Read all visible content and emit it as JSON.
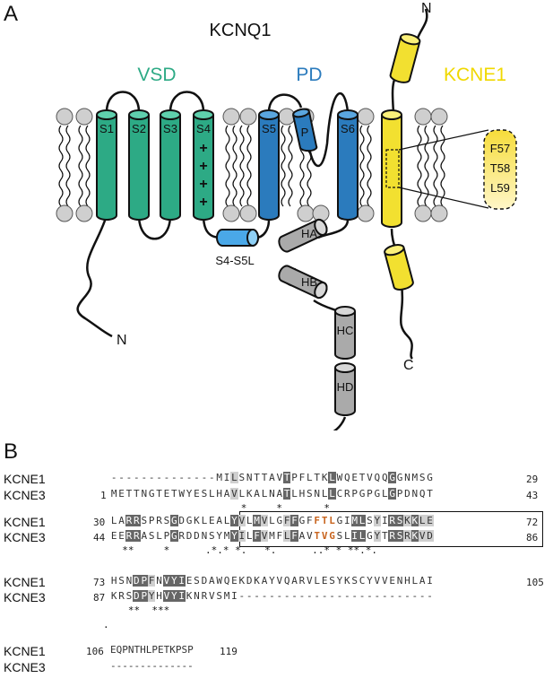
{
  "panel_a": {
    "letter": "A",
    "title": "KCNQ1",
    "domain_labels": {
      "vsd": "VSD",
      "pd": "PD",
      "kcne1": "KCNE1"
    },
    "helix_labels": [
      "S1",
      "S2",
      "S3",
      "S4",
      "S5",
      "P",
      "S6"
    ],
    "linker_label": "S4-S5L",
    "cterm_helices": [
      "HA",
      "HB",
      "HC",
      "HD"
    ],
    "n_term": "N",
    "c_term": "C",
    "kcne1_n": "N",
    "kcne1_c": "C",
    "callout": [
      "F57",
      "T58",
      "L59"
    ],
    "s4_charge": "+",
    "colors": {
      "vsd": "#2daa85",
      "pd": "#2b7bbd",
      "kcne1": "#f2e030",
      "linker": "#4aa8e8",
      "cterm": "#aaaaaa",
      "lipid": "#cccccc"
    }
  },
  "panel_b": {
    "letter": "B",
    "blocks": [
      {
        "rows": [
          {
            "name": "KCNE1",
            "start": "",
            "seq": "--------------MILSNTTAVTPFLTKLWQETVQQGGNMSG",
            "end": "29"
          },
          {
            "name": "KCNE3",
            "start": "1",
            "seq": "METTNGTETWYESLHAVLKALNATLHSNLLCRPGPGLGPDNQT",
            "end": "43"
          }
        ],
        "conservation": "                      *     *       *     "
      },
      {
        "rows": [
          {
            "name": "KCNE1",
            "start": "30",
            "seq": "LARRSPRSGDGKLEALYVLMVLGFFGFFTLGIMLSYIRSKKLE",
            "end": "72"
          },
          {
            "name": "KCNE3",
            "start": "44",
            "seq": "EERRASLPGRDDNSYMYILFVMFLFAVTVGSLILGYTRSRKVD",
            "end": "86"
          }
        ],
        "conservation": "  **     *      .*.* *.   *.      ..* * **.*."
      },
      {
        "rows": [
          {
            "name": "KCNE1",
            "start": "73",
            "seq": "HSNDPFNVYIESDAWQEKDKAYVQARVLESYKSCYVVENHLAI",
            "end": "105"
          },
          {
            "name": "KCNE3",
            "start": "87",
            "seq": "KRSDPYHVYIKNRVSMI--------------------------",
            "end": ""
          }
        ],
        "conservation": "   **  ***"
      },
      {
        "rows": [
          {
            "name": "KCNE1",
            "start": "106",
            "seq": "EQPNTHLPETKPSP",
            "end": "119"
          },
          {
            "name": "KCNE3",
            "start": "",
            "seq": "--------------",
            "end": ""
          }
        ],
        "conservation": ""
      }
    ],
    "extra_dots": [
      ".",
      "."
    ],
    "highlight_color": "#c8641e"
  }
}
